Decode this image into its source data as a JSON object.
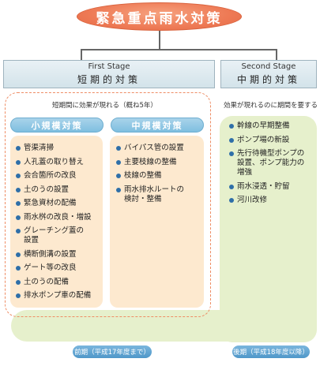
{
  "title": "緊急重点雨水対策",
  "stages": [
    {
      "en": "First Stage",
      "jp": "短期的対策"
    },
    {
      "en": "Second Stage",
      "jp": "中期的対策"
    }
  ],
  "first_stage": {
    "note": "短期間に効果が現れる（概ね5年）",
    "small": {
      "label": "小規模対策",
      "items": [
        "管渠清掃",
        "人孔蓋の取り替え",
        "会合箇所の改良",
        "土のうの設置",
        "緊急資材の配備",
        "雨水桝の改良・増設",
        "グレーチング蓋の\n設置",
        "横断側溝の設置",
        "ゲート等の改良",
        "土のうの配備",
        "排水ポンプ車の配備"
      ]
    },
    "medium": {
      "label": "中規模対策",
      "items": [
        "バイパス管の設置",
        "主要枝線の整備",
        "枝線の整備",
        "雨水排水ルートの\n検討・整備"
      ]
    },
    "period": "前期（平成17年度まで）"
  },
  "second_stage": {
    "note": "効果が現れるのに期間を要する",
    "items": [
      "幹線の早期整備",
      "ポンプ場の新設",
      "先行待機型ポンプの\n設置、ポンプ能力の\n増強",
      "雨水浸透・貯留",
      "河川改修"
    ],
    "period": "後期（平成18年度以降）"
  }
}
